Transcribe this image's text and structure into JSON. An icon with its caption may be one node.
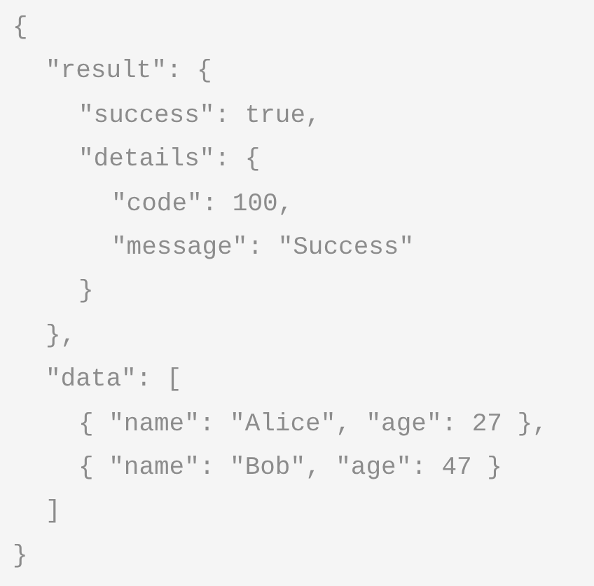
{
  "diagram": {
    "labels": [
      "{",
      "\"result\": {",
      "\"success\": true,",
      "\"details\": {",
      "\"code\": 100,",
      "\"message\": \"Success\"",
      "}",
      "},",
      "\"data\": [",
      "{ \"name\": \"Alice\", \"age\": 27 },",
      "{ \"name\": \"Bob\", \"age\": 47 }",
      "]",
      "}"
    ]
  }
}
